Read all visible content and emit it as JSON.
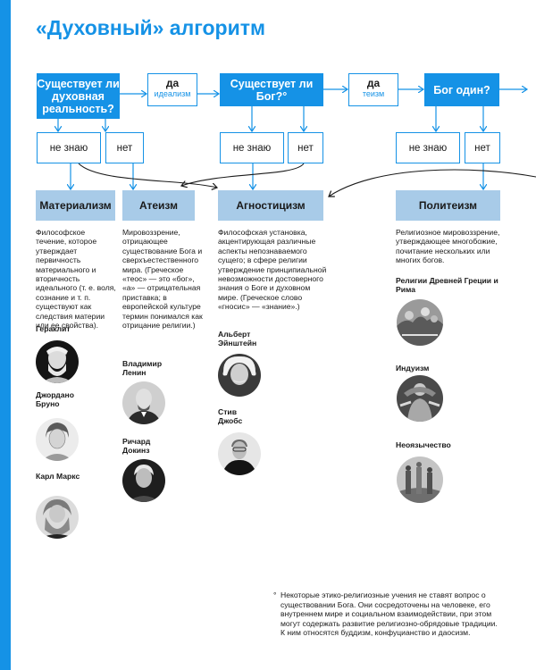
{
  "title": "«Духовный» алгоритм",
  "colors": {
    "accent": "#1592e6",
    "category_bg": "#a8cbe8"
  },
  "questions": {
    "q1": "Существует ли духовная реальность?",
    "q2": "Существует ли Бог?°",
    "q3": "Бог один?"
  },
  "yes_labels": {
    "idealism": {
      "word": "да",
      "term": "идеализм"
    },
    "theism": {
      "word": "да",
      "term": "теизм"
    }
  },
  "answers": {
    "dont_know": "не знаю",
    "no": "нет"
  },
  "categories": {
    "materialism": {
      "name": "Материализм",
      "description": "Философское течение, которое утверждает первичность материального и вторичность идеального (т. е. воля, сознание и т. п. существуют как следствия материи или ее свойства).",
      "people": [
        "Гераклит",
        "Джордано Бруно",
        "Карл Маркс"
      ]
    },
    "atheism": {
      "name": "Атеизм",
      "description": "Мировоззрение, отрицающее существование Бога и сверхъестественного мира. (Греческое «теос» — это «бог», «а» — отрицательная приставка; в европейской культуре термин понимался как отрицание религии.)",
      "people": [
        "Владимир Ленин",
        "Ричард Докинз"
      ]
    },
    "agnosticism": {
      "name": "Агностицизм",
      "description": "Философская установка, акцентирующая различные аспекты непознаваемого сущего; в сфере религии утверждение принципиальной невозможности достоверного знания о Боге и духовном мире. (Греческое слово «гносис» — «знание».)",
      "people": [
        "Альберт Эйнштейн",
        "Стив Джобс"
      ]
    },
    "polytheism": {
      "name": "Политеизм",
      "description": "Религиозное мировоззрение, утверждающее многобожие, почитание нескольких или многих богов.",
      "people": [
        "Религии Древней Греции и Рима",
        "Индуизм",
        "Неоязычество"
      ]
    }
  },
  "footnote": {
    "mark": "°",
    "text": "Некоторые этико-религиозные учения не ставят вопрос о существовании Бога. Они сосредоточены на человеке, его внутреннем мире и социальном взаимодействии, при этом могут содержать развитие религиозно-обрядовые традиции. К ним относятся буддизм, конфуцианство и даосизм."
  }
}
